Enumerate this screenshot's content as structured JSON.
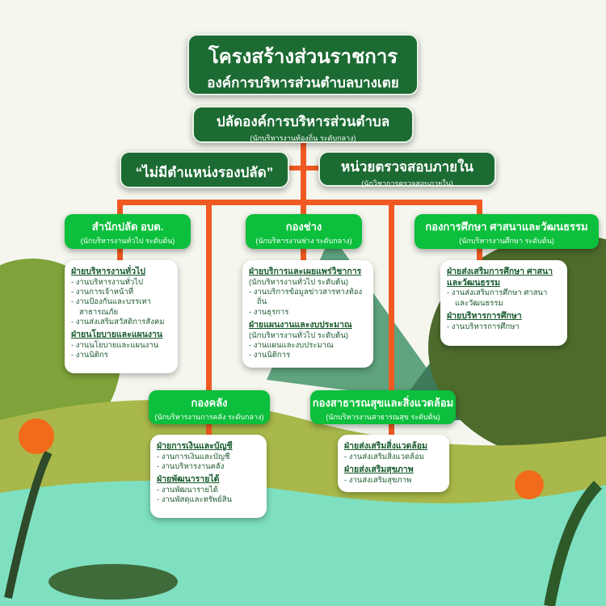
{
  "title": {
    "line1": "โครงสร้างส่วนราชการ",
    "line2": "องค์การบริหารส่วนตำบลบางเตย"
  },
  "head": {
    "title": "ปลัดองค์การบริหารส่วนตำบล",
    "sub": "(นักบริหารงานท้องถิ่น ระดับกลาง)"
  },
  "deputy": {
    "title": "“ไม่มีตำแหน่งรองปลัด”"
  },
  "audit": {
    "title": "หน่วยตรวจสอบภายใน",
    "sub": "(นักวิชาการตรวจสอบภายใน)"
  },
  "colors": {
    "dark": "#1c6b33",
    "green": "#0cbf3c",
    "line": "#f05a22"
  },
  "divisions": [
    {
      "title": "สำนักปลัด อบต.",
      "sub": "(นักบริหารงานทั่วไป ระดับต้น)",
      "sections": [
        {
          "h": "ฝ่ายบริหารงานทั่วไป",
          "items": [
            "- งานบริหารงานทั่วไป",
            "- งานการเจ้าหน้าที่",
            "- งานป้องกันและบรรเทาสาธารณภัย",
            "- งานส่งเสริมสวัสดิการสังคม"
          ]
        },
        {
          "h": "ฝ่ายนโยบายและแผนงาน",
          "items": [
            "- งานนโยบายและแผนงาน",
            "- งานนิติกร"
          ]
        }
      ]
    },
    {
      "title": "กองช่าง",
      "sub": "(นักบริหารงานช่าง ระดับกลาง)",
      "sections": [
        {
          "h": "ฝ่ายบริการและเผยแพร่วิชาการ",
          "note": "(นักบริหารงานทั่วไป ระดับต้น)",
          "items": [
            "- งานบริการข้อมูลข่าวสารทางท้องถิ่น",
            "- งานธุรการ"
          ]
        },
        {
          "h": "ฝ่ายแผนงานและงบประมาณ",
          "note": "(นักบริหารงานทั่วไป ระดับต้น)",
          "items": [
            "- งานแผนและงบประมาณ",
            "- งานนิติการ"
          ]
        }
      ]
    },
    {
      "title": "กองการศึกษา ศาสนาและวัฒนธรรม",
      "sub": "(นักบริหารงานศึกษา ระดับต้น)",
      "sections": [
        {
          "h": "ฝ่ายส่งเสริมการศึกษา ศาสนาและวัฒนธรรม",
          "items": [
            "- งานส่งเสริมการศึกษา ศาสนาและวัฒนธรรม"
          ]
        },
        {
          "h": "ฝ่ายบริหารการศึกษา",
          "items": [
            "- งานบริหารการศึกษา"
          ]
        }
      ]
    },
    {
      "title": "กองคลัง",
      "sub": "(นักบริหารงานการคลัง ระดับกลาง)",
      "sections": [
        {
          "h": "ฝ่ายการเงินและบัญชี",
          "items": [
            "- งานการเงินและบัญชี",
            "- งานบริหารงานคลัง"
          ]
        },
        {
          "h": "ฝ่ายพัฒนารายได้",
          "items": [
            "- งานพัฒนารายได้",
            "- งานพัสดุและทรัพย์สิน"
          ]
        }
      ]
    },
    {
      "title": "กองสาธารณสุขและสิ่งแวดล้อม",
      "sub": "(นักบริหารงานสาธารณสุข ระดับต้น)",
      "sections": [
        {
          "h": "ฝ่ายส่งเสริมสิ่งแวดล้อม",
          "items": [
            "- งานส่งเสริมสิ่งแวดล้อม"
          ]
        },
        {
          "h": "ฝ่ายส่งเสริมสุขภาพ",
          "items": [
            "- งานส่งเสริมสุขภาพ"
          ]
        }
      ]
    }
  ]
}
